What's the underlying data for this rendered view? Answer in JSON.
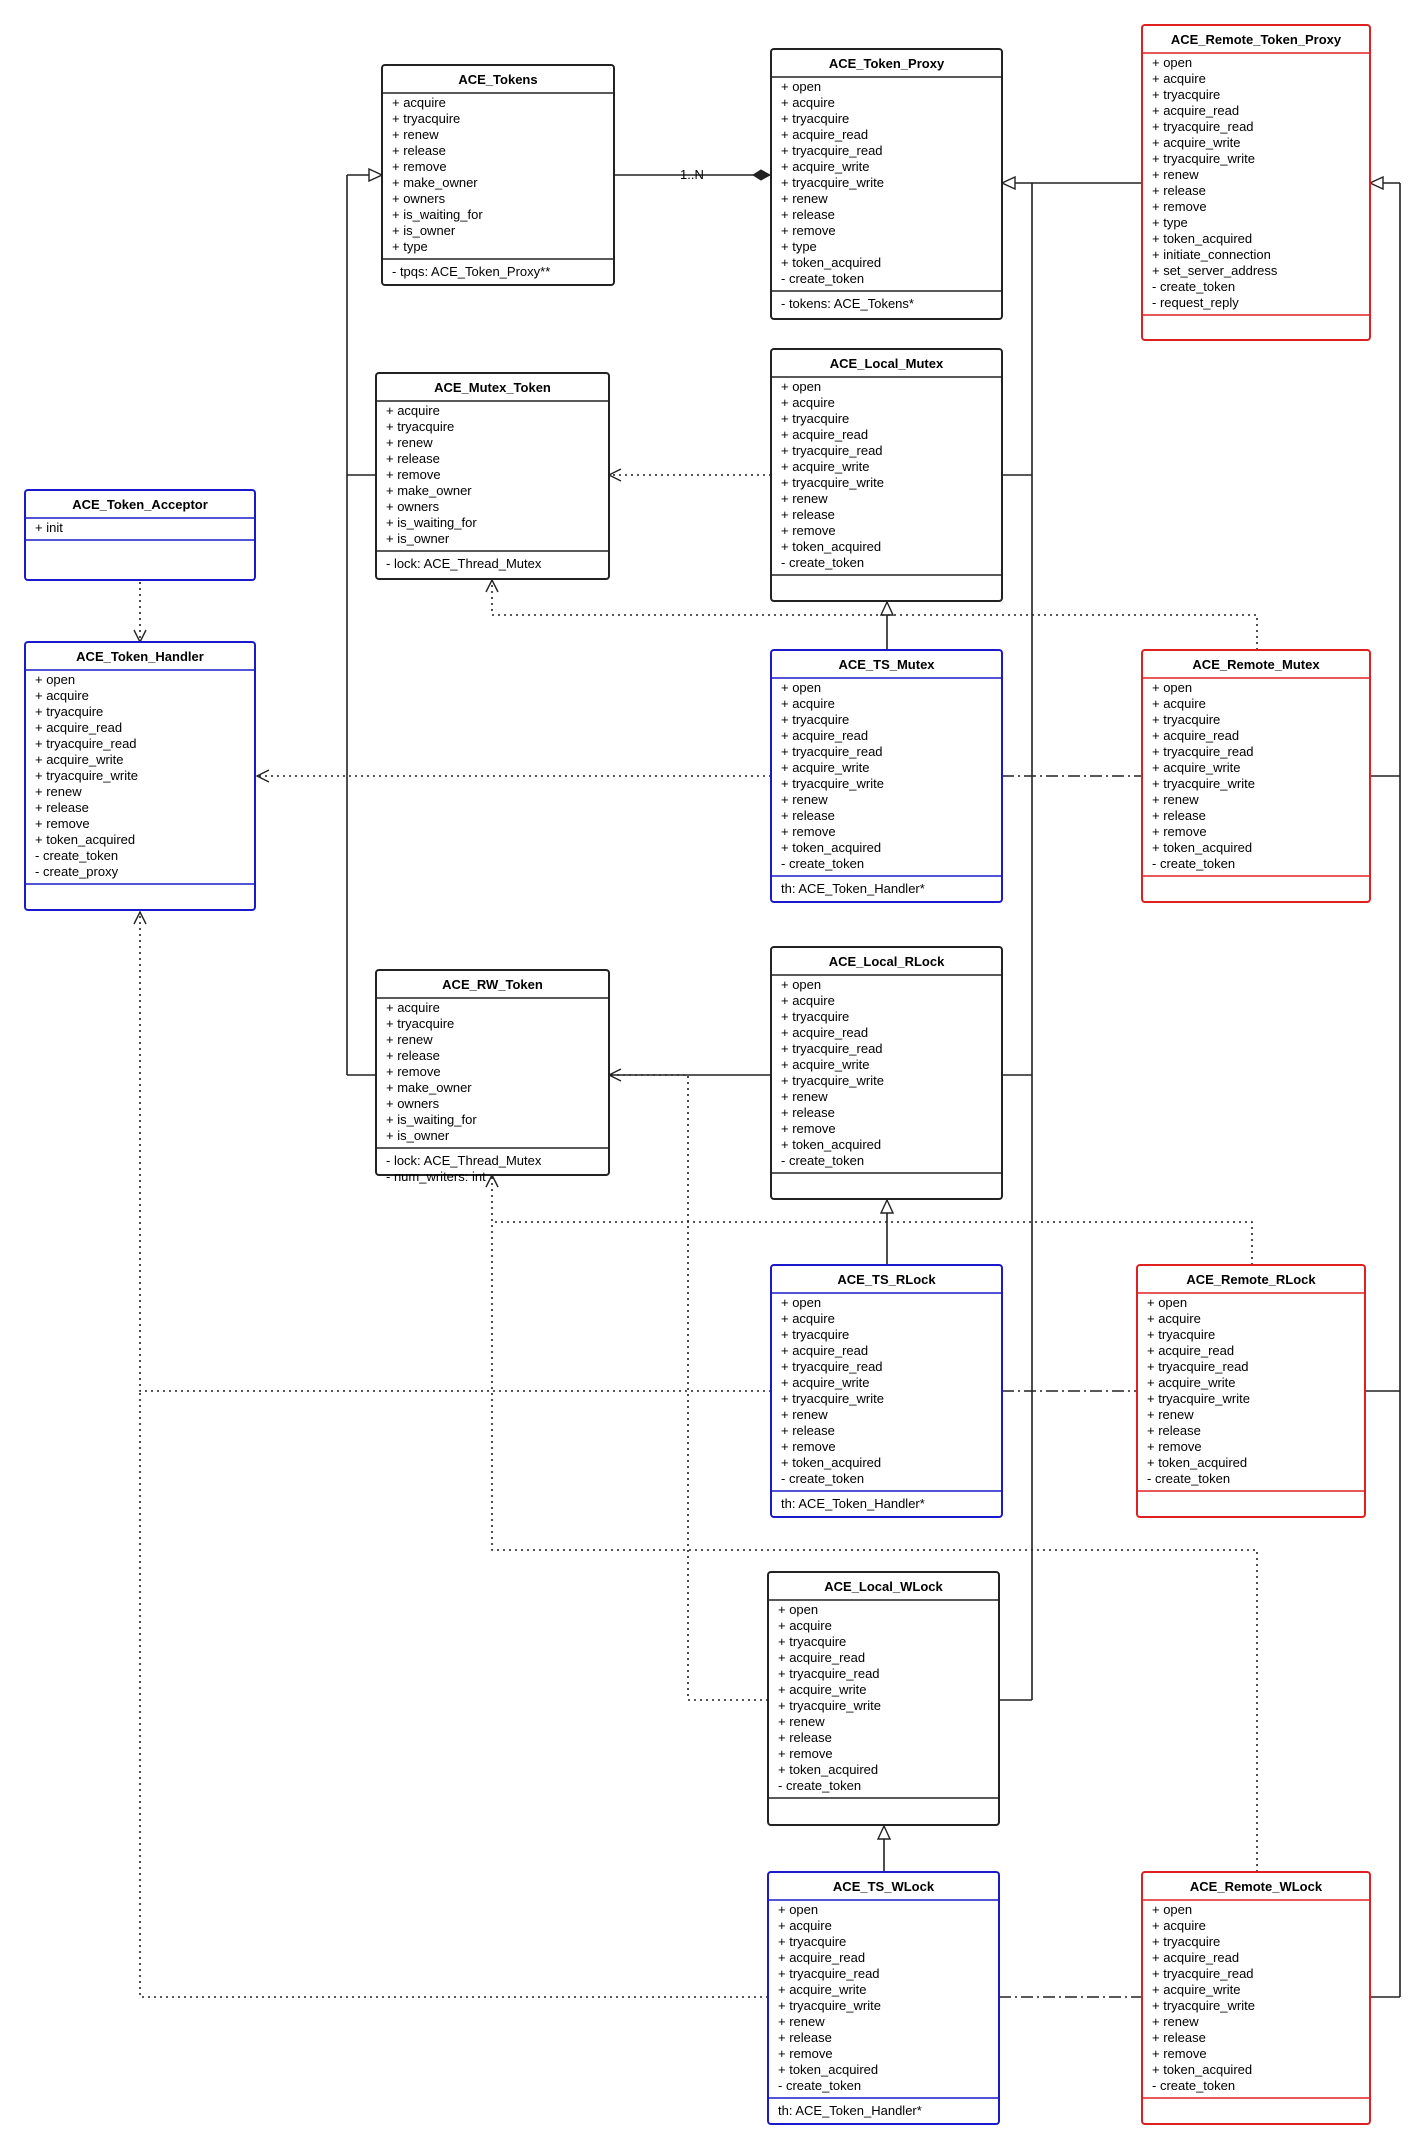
{
  "colors": {
    "black": "#222222",
    "blue": "#1a1acc",
    "red": "#e02020"
  },
  "connector_labels": {
    "multiplicity": "1..N"
  },
  "classes": [
    {
      "id": "tokens",
      "title": "ACE_Tokens",
      "color": "black",
      "ops": [
        "+ acquire",
        "+ tryacquire",
        "+ renew",
        "+ release",
        "+ remove",
        "+ make_owner",
        "+ owners",
        "+ is_waiting_for",
        "+ is_owner",
        "+ type"
      ],
      "attrs": [
        "- tpqs: ACE_Token_Proxy**"
      ]
    },
    {
      "id": "proxy",
      "title": "ACE_Token_Proxy",
      "color": "black",
      "ops": [
        "+ open",
        "+ acquire",
        "+ tryacquire",
        "+ acquire_read",
        "+ tryacquire_read",
        "+ acquire_write",
        "+ tryacquire_write",
        "+ renew",
        "+ release",
        "+ remove",
        "+ type",
        "+ token_acquired",
        "- create_token"
      ],
      "attrs": [
        "- tokens: ACE_Tokens*"
      ]
    },
    {
      "id": "remote_proxy",
      "title": "ACE_Remote_Token_Proxy",
      "color": "red",
      "ops": [
        "+ open",
        "+ acquire",
        "+ tryacquire",
        "+ acquire_read",
        "+ tryacquire_read",
        "+ acquire_write",
        "+ tryacquire_write",
        "+ renew",
        "+ release",
        "+ remove",
        "+ type",
        "+ token_acquired",
        "+ initiate_connection",
        "+ set_server_address",
        "- create_token",
        "- request_reply"
      ],
      "attrs": []
    },
    {
      "id": "mutex_token",
      "title": "ACE_Mutex_Token",
      "color": "black",
      "ops": [
        "+ acquire",
        "+ tryacquire",
        "+ renew",
        "+ release",
        "+ remove",
        "+ make_owner",
        "+ owners",
        "+ is_waiting_for",
        "+ is_owner"
      ],
      "attrs": [
        "- lock: ACE_Thread_Mutex"
      ]
    },
    {
      "id": "local_mutex",
      "title": "ACE_Local_Mutex",
      "color": "black",
      "ops": [
        "+ open",
        "+ acquire",
        "+ tryacquire",
        "+ acquire_read",
        "+ tryacquire_read",
        "+ acquire_write",
        "+ tryacquire_write",
        "+ renew",
        "+ release",
        "+ remove",
        "+ token_acquired",
        "- create_token"
      ],
      "attrs": []
    },
    {
      "id": "acceptor",
      "title": "ACE_Token_Acceptor",
      "color": "blue",
      "ops": [
        "+ init"
      ],
      "attrs": []
    },
    {
      "id": "handler",
      "title": "ACE_Token_Handler",
      "color": "blue",
      "ops": [
        "+ open",
        "+ acquire",
        "+ tryacquire",
        "+ acquire_read",
        "+ tryacquire_read",
        "+ acquire_write",
        "+ tryacquire_write",
        "+ renew",
        "+ release",
        "+ remove",
        "+ token_acquired",
        "- create_token",
        "- create_proxy"
      ],
      "attrs": []
    },
    {
      "id": "ts_mutex",
      "title": "ACE_TS_Mutex",
      "color": "blue",
      "ops": [
        "+ open",
        "+ acquire",
        "+ tryacquire",
        "+ acquire_read",
        "+ tryacquire_read",
        "+ acquire_write",
        "+ tryacquire_write",
        "+ renew",
        "+ release",
        "+ remove",
        "+ token_acquired",
        "- create_token"
      ],
      "attrs": [
        "th: ACE_Token_Handler*"
      ]
    },
    {
      "id": "remote_mutex",
      "title": "ACE_Remote_Mutex",
      "color": "red",
      "ops": [
        "+ open",
        "+ acquire",
        "+ tryacquire",
        "+ acquire_read",
        "+ tryacquire_read",
        "+ acquire_write",
        "+ tryacquire_write",
        "+ renew",
        "+ release",
        "+ remove",
        "+ token_acquired",
        "- create_token"
      ],
      "attrs": []
    },
    {
      "id": "rw_token",
      "title": "ACE_RW_Token",
      "color": "black",
      "ops": [
        "+ acquire",
        "+ tryacquire",
        "+ renew",
        "+ release",
        "+ remove",
        "+ make_owner",
        "+ owners",
        "+ is_waiting_for",
        "+ is_owner"
      ],
      "attrs": [
        "- lock: ACE_Thread_Mutex",
        "- num_writers: int"
      ]
    },
    {
      "id": "local_rlock",
      "title": "ACE_Local_RLock",
      "color": "black",
      "ops": [
        "+ open",
        "+ acquire",
        "+ tryacquire",
        "+ acquire_read",
        "+ tryacquire_read",
        "+ acquire_write",
        "+ tryacquire_write",
        "+ renew",
        "+ release",
        "+ remove",
        "+ token_acquired",
        "- create_token"
      ],
      "attrs": []
    },
    {
      "id": "ts_rlock",
      "title": "ACE_TS_RLock",
      "color": "blue",
      "ops": [
        "+ open",
        "+ acquire",
        "+ tryacquire",
        "+ acquire_read",
        "+ tryacquire_read",
        "+ acquire_write",
        "+ tryacquire_write",
        "+ renew",
        "+ release",
        "+ remove",
        "+ token_acquired",
        "- create_token"
      ],
      "attrs": [
        "th: ACE_Token_Handler*"
      ]
    },
    {
      "id": "remote_rlock",
      "title": "ACE_Remote_RLock",
      "color": "red",
      "ops": [
        "+ open",
        "+ acquire",
        "+ tryacquire",
        "+ acquire_read",
        "+ tryacquire_read",
        "+ acquire_write",
        "+ tryacquire_write",
        "+ renew",
        "+ release",
        "+ remove",
        "+ token_acquired",
        "- create_token"
      ],
      "attrs": []
    },
    {
      "id": "local_wlock",
      "title": "ACE_Local_WLock",
      "color": "black",
      "ops": [
        "+ open",
        "+ acquire",
        "+ tryacquire",
        "+ acquire_read",
        "+ tryacquire_read",
        "+ acquire_write",
        "+ tryacquire_write",
        "+ renew",
        "+ release",
        "+ remove",
        "+ token_acquired",
        "- create_token"
      ],
      "attrs": []
    },
    {
      "id": "ts_wlock",
      "title": "ACE_TS_WLock",
      "color": "blue",
      "ops": [
        "+ open",
        "+ acquire",
        "+ tryacquire",
        "+ acquire_read",
        "+ tryacquire_read",
        "+ acquire_write",
        "+ tryacquire_write",
        "+ renew",
        "+ release",
        "+ remove",
        "+ token_acquired",
        "- create_token"
      ],
      "attrs": [
        "th: ACE_Token_Handler*"
      ]
    },
    {
      "id": "remote_wlock",
      "title": "ACE_Remote_WLock",
      "color": "red",
      "ops": [
        "+ open",
        "+ acquire",
        "+ tryacquire",
        "+ acquire_read",
        "+ tryacquire_read",
        "+ acquire_write",
        "+ tryacquire_write",
        "+ renew",
        "+ release",
        "+ remove",
        "+ token_acquired",
        "- create_token"
      ],
      "attrs": []
    }
  ]
}
